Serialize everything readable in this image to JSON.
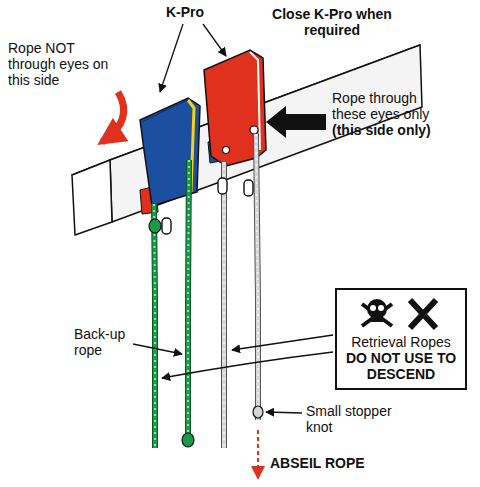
{
  "diagram": {
    "nodes": [
      {
        "text": [
          "Retrieval Ropes",
          "DO NOT USE TO DESCEND"
        ]
      }
    ],
    "labels": [
      "K-Pro",
      "Close K-Pro when required",
      "Rope NOT through eyes on this side",
      "Rope through these eyes only",
      "(this side only)",
      "Back-up rope",
      "Small stopper knot",
      "ABSEIL ROPE"
    ]
  }
}
